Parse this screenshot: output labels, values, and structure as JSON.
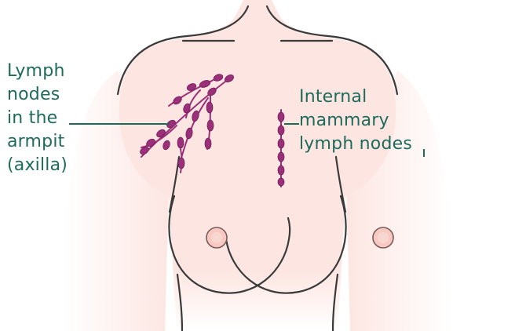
{
  "labels": {
    "axilla": {
      "lines": [
        "Lymph",
        "nodes",
        "in the",
        "armpit",
        "(axilla)"
      ]
    },
    "internal": {
      "lines": [
        "Internal",
        "mammary",
        "lymph nodes"
      ]
    }
  },
  "colors": {
    "label": "#1e6b5c",
    "skin": "#fde6e2",
    "skin_fade": "#ffffff",
    "outline": "#3a3a3a",
    "node_fill": "#9b2f7a",
    "node_stroke": "#6e1f57",
    "nipple_fill": "#f7c9c2",
    "nipple_stroke": "#7a5a58"
  }
}
